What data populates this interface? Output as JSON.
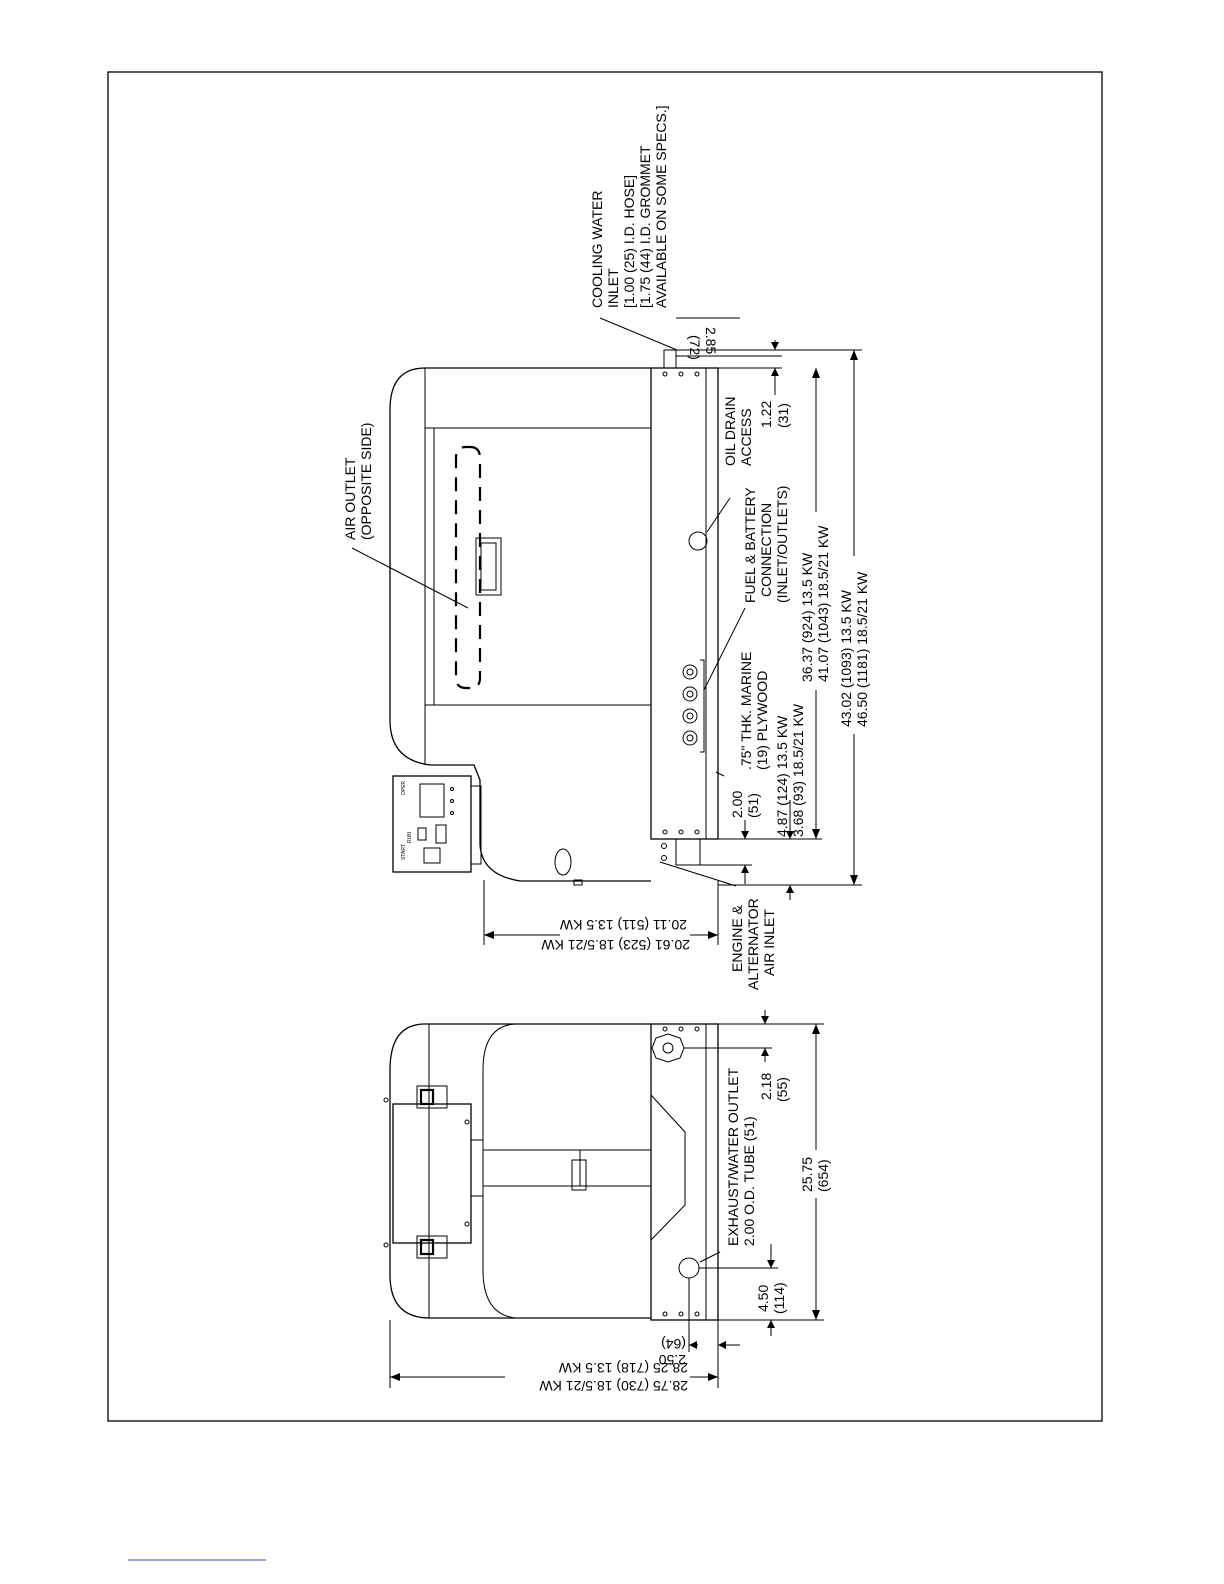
{
  "labels": {
    "cooling_water": [
      "COOLING WATER",
      "INLET",
      "[1.00 (25) I.D. HOSE]",
      "[1.75 (44) I.D. GROMMET",
      "AVAILABLE ON SOME SPECS.]"
    ],
    "dim_285": [
      "2.85",
      "(72)"
    ],
    "air_outlet": [
      "AIR OUTLET",
      "(OPPOSITE SIDE)"
    ],
    "oil_drain": [
      "OIL DRAIN",
      "ACCESS"
    ],
    "dim_122": [
      "1.22",
      "(31)"
    ],
    "fuel_battery": [
      "FUEL & BATTERY",
      "CONNECTION",
      "(INLET/OUTLETS)"
    ],
    "dim_length_side": [
      "36.37  (924)  13.5 KW",
      "41.07 (1043) 18.5/21 KW"
    ],
    "dim_length_total": [
      "43.02 (1093) 13.5 KW",
      "46.50 (1181) 18.5/21 KW"
    ],
    "plywood": [
      ".75\" THK. MARINE",
      "(19)   PLYWOOD"
    ],
    "dim_487": [
      "4.87 (124) 13.5 KW",
      "3.68  (93) 18.5/21 KW"
    ],
    "dim_200": [
      "2.00",
      "(51)"
    ],
    "dim_2011": [
      "20.11 (511) 13.5 KW",
      "20.61 (523) 18.5/21 KW"
    ],
    "engine_air": [
      "ENGINE &",
      "ALTERNATOR",
      "AIR INLET"
    ],
    "exhaust": [
      "EXHAUST/WATER OUTLET",
      "2.00 O.D. TUBE (51)"
    ],
    "dim_218": [
      "2.18",
      "(55)"
    ],
    "dim_2575": [
      "25.75",
      "(654)"
    ],
    "dim_450": [
      "4.50",
      "(114)"
    ],
    "dim_250": [
      "2.50",
      "(64)"
    ],
    "dim_2825": [
      "28.25 (718) 13.5 KW",
      "28.75 (730) 18.5/21 KW"
    ]
  }
}
